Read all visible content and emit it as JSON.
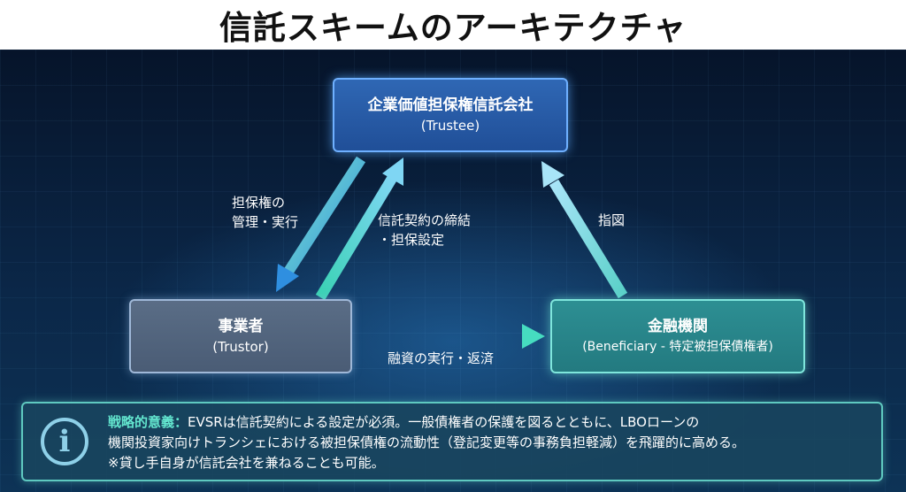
{
  "title": "信託スキームのアーキテクチャ",
  "nodes": {
    "trustee": {
      "name": "企業価値担保権信託会社",
      "role": "(Trustee)"
    },
    "trustor": {
      "name": "事業者",
      "role": "(Trustor)"
    },
    "beneficiary": {
      "name": "金融機関",
      "role": "(Beneficiary - 特定被担保債権者)"
    }
  },
  "edges": {
    "manage_line1": "担保権の",
    "manage_line2": "管理・実行",
    "contract_line1": "信託契約の締結",
    "contract_line2": "・担保設定",
    "direct": "指図",
    "finance": "融資の実行・返済"
  },
  "colors": {
    "arrow_down": "#3aa0e8",
    "arrow_up": "#5ee8c8",
    "arrow_direct": "#8fd4f0",
    "arrow_finance": "#3cc8c8"
  },
  "info": {
    "icon": "info-icon",
    "heading": "戦略的意義：",
    "line1": "EVSRは信託契約による設定が必須。一般債権者の保護を図るとともに、LBOローンの",
    "line2": "機関投資家向けトランシェにおける被担保債権の流動性（登記変更等の事務負担軽減）を飛躍的に高める。",
    "line3": "※貸し手自身が信託会社を兼ねることも可能。"
  }
}
